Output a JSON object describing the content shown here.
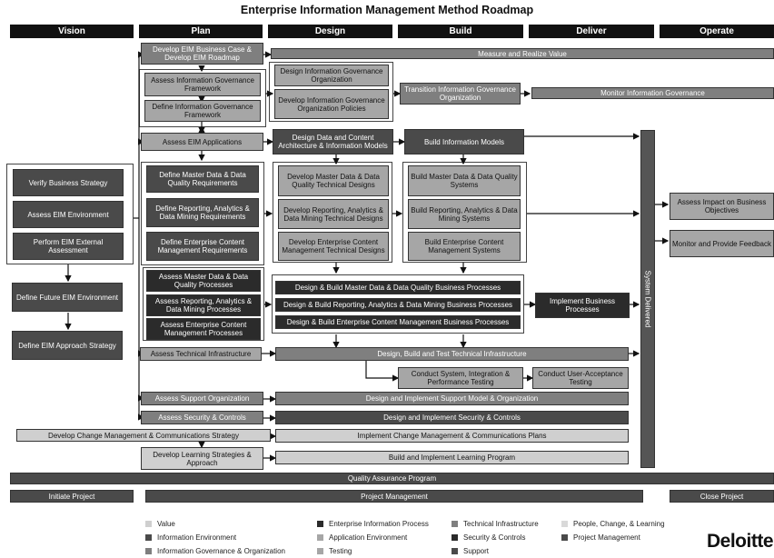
{
  "title": "Enterprise Information Management Method Roadmap",
  "phases": [
    "Vision",
    "Plan",
    "Design",
    "Build",
    "Deliver",
    "Operate"
  ],
  "activities": {
    "measure_value": "Measure and Realize Value",
    "develop_case": "Develop EIM Business Case & Develop EIM Roadmap",
    "assess_gov_fw": "Assess Information Governance Framework",
    "define_gov_fw": "Define Information Governance Framework",
    "design_gov_org": "Design Information Governance Organization",
    "develop_gov_policies": "Develop Information Governance Organization Policies",
    "transition_gov_org": "Transition Information Governance Organization",
    "monitor_gov": "Monitor Information Governance",
    "assess_eim_apps": "Assess EIM Applications",
    "design_architecture": "Design Data and Content Architecture & Information Models",
    "build_info_models": "Build Information Models",
    "verify_strategy": "Verify Business Strategy",
    "assess_eim_env": "Assess EIM Environment",
    "perform_ext_assess": "Perform EIM External Assessment",
    "define_mdm_req": "Define Master Data & Data Quality Requirements",
    "define_rep_req": "Define Reporting, Analytics & Data Mining Requirements",
    "define_ecm_req": "Define Enterprise Content Management Requirements",
    "develop_mdm_designs": "Develop Master Data & Data Quality Technical Designs",
    "develop_rep_designs": "Develop Reporting, Analytics & Data Mining Technical Designs",
    "develop_ecm_designs": "Develop Enterprise Content Management Technical Designs",
    "build_mdm_systems": "Build Master Data & Data Quality Systems",
    "build_rep_systems": "Build Reporting, Analytics & Data Mining Systems",
    "build_ecm_systems": "Build Enterprise Content Management Systems",
    "assess_impact": "Assess Impact on Business Objectives",
    "monitor_feedback": "Monitor and Provide Feedback",
    "define_future_env": "Define Future EIM Environment",
    "define_approach": "Define EIM Approach Strategy",
    "assess_mdm_proc": "Assess Master Data & Data Quality Processes",
    "assess_rep_proc": "Assess Reporting, Analytics & Data Mining Processes",
    "assess_ecm_proc": "Assess Enterprise Content Management Processes",
    "db_mdm_proc": "Design & Build Master Data & Data Quality Business Processes",
    "db_rep_proc": "Design & Build Reporting, Analytics & Data Mining Business Processes",
    "db_ecm_proc": "Design & Build Enterprise Content Management Business Processes",
    "implement_proc": "Implement Business Processes",
    "assess_tech_infra": "Assess Technical Infrastructure",
    "dbt_tech_infra": "Design, Build and Test Technical Infrastructure",
    "conduct_testing": "Conduct System, Integration & Performance Testing",
    "conduct_uat": "Conduct User-Acceptance Testing",
    "assess_support_org": "Assess Support Organization",
    "design_support_model": "Design and Implement Support Model & Organization",
    "assess_security": "Assess Security & Controls",
    "design_security": "Design and Implement Security & Controls",
    "dev_change_mgmt": "Develop Change Management & Communications Strategy",
    "impl_change_mgmt": "Implement Change Management & Communications Plans",
    "dev_learning": "Develop Learning Strategies & Approach",
    "build_learning": "Build and Implement Learning Program",
    "quality_assurance": "Quality Assurance Program",
    "initiate_project": "Initiate Project",
    "project_mgmt": "Project Management",
    "close_project": "Close Project",
    "system_delivered": "System Delivered"
  },
  "legend": [
    {
      "label": "Value",
      "color": "#cfcfcf"
    },
    {
      "label": "Enterprise Information Process",
      "color": "#2b2b2b"
    },
    {
      "label": "Technical Infrastructure",
      "color": "#7f7f7f"
    },
    {
      "label": "People, Change, & Learning",
      "color": "#d9d9d9"
    },
    {
      "label": "Information Environment",
      "color": "#4a4a4a"
    },
    {
      "label": "Application Environment",
      "color": "#a6a6a6"
    },
    {
      "label": "Security & Controls",
      "color": "#2b2b2b"
    },
    {
      "label": "Project Management",
      "color": "#4a4a4a"
    },
    {
      "label": "Information Governance & Organization",
      "color": "#7f7f7f"
    },
    {
      "label": "Testing",
      "color": "#a6a6a6"
    },
    {
      "label": "Support",
      "color": "#4a4a4a"
    }
  ],
  "logo": "Deloitte."
}
